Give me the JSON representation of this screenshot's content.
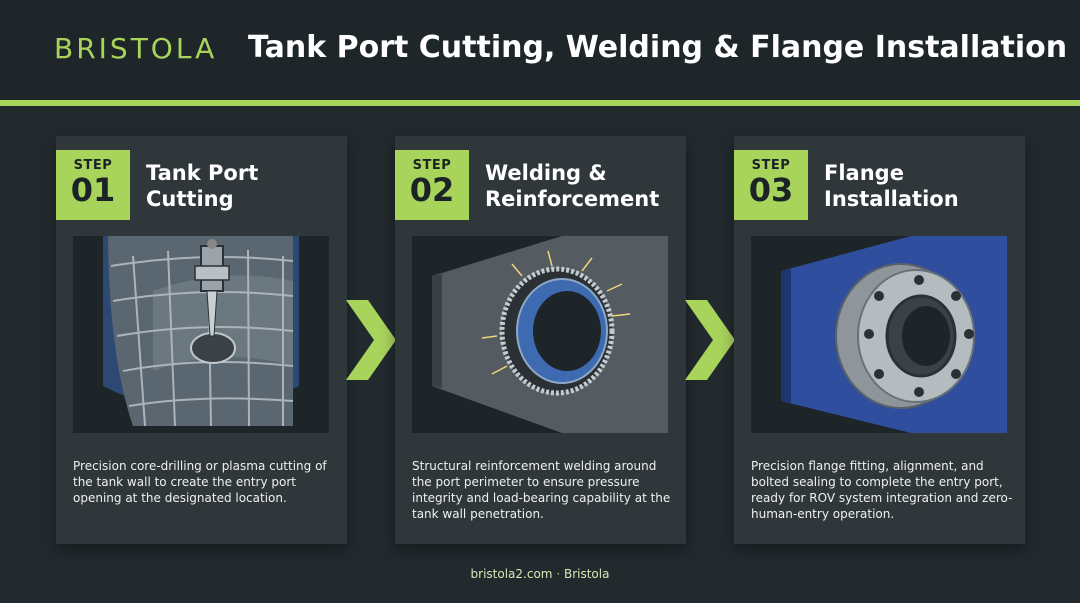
{
  "header": {
    "logo": "BRISTOLA",
    "title": "Tank Port Cutting, Welding & Flange Installation"
  },
  "colors": {
    "accent": "#a8d45c",
    "background": "#222a2e",
    "card": "#2f373b",
    "blue_plate": "#2f4f9e"
  },
  "steps": [
    {
      "step_word": "STEP",
      "number": "01",
      "title_line1": "Tank Port",
      "title_line2": "Cutting",
      "illustration": "tank-cutting-illustration",
      "description": "Precision core-drilling or plasma cutting of the tank wall to create the entry port opening at the designated location."
    },
    {
      "step_word": "STEP",
      "number": "02",
      "title_line1": "Welding &",
      "title_line2": "Reinforcement",
      "illustration": "weld-ring-illustration",
      "description": "Structural reinforcement welding around the port perimeter to ensure pressure integrity and load-bearing capability at the tank wall penetration."
    },
    {
      "step_word": "STEP",
      "number": "03",
      "title_line1": "Flange",
      "title_line2": "Installation",
      "illustration": "flange-illustration",
      "description": "Precision flange fitting, alignment, and bolted sealing to complete the entry port, ready for ROV system integration and zero-human-entry operation."
    }
  ],
  "arrows": [
    "chevron-right-icon",
    "chevron-right-icon"
  ],
  "footer": {
    "site": "bristola2.com",
    "separator": "·",
    "brand": "Bristola"
  }
}
